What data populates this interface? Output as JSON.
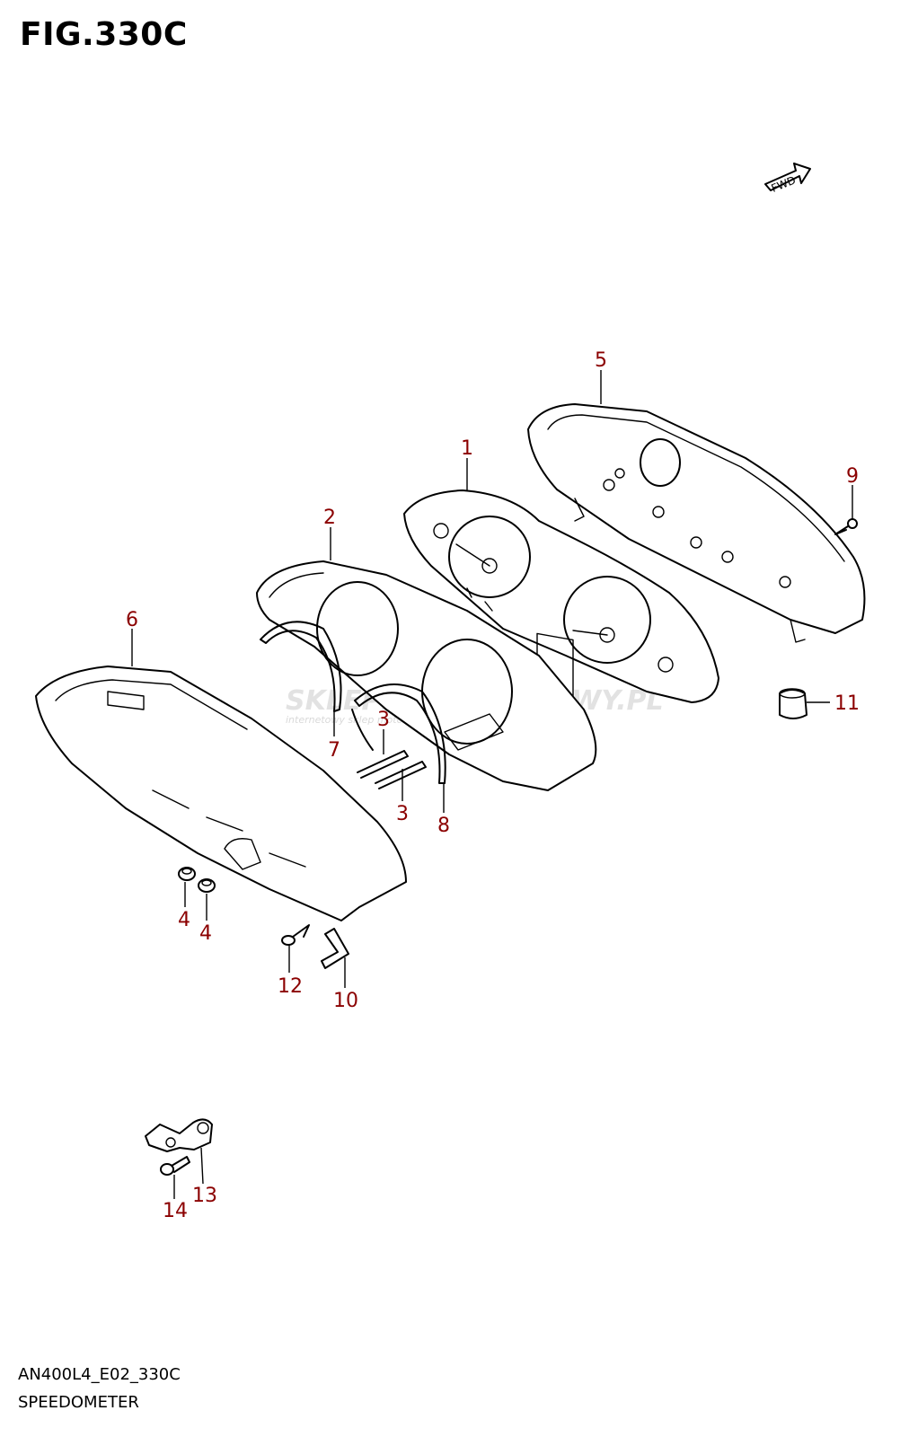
{
  "figure": {
    "title": "FIG.330C",
    "code": "AN400L4_E02_330C",
    "name": "SPEEDOMETER"
  },
  "direction_marker": "FWD",
  "watermark": {
    "brand": "SKLEPMOTOCYKLOWY.PL",
    "tagline": "internetowy sklep motocyklowy"
  },
  "callouts": [
    "1",
    "2",
    "3",
    "3",
    "4",
    "4",
    "5",
    "6",
    "7",
    "8",
    "9",
    "10",
    "11",
    "12",
    "13",
    "14"
  ],
  "colors": {
    "callout": "#8b0000",
    "line": "#000000",
    "watermark": "#d9d9d9"
  }
}
